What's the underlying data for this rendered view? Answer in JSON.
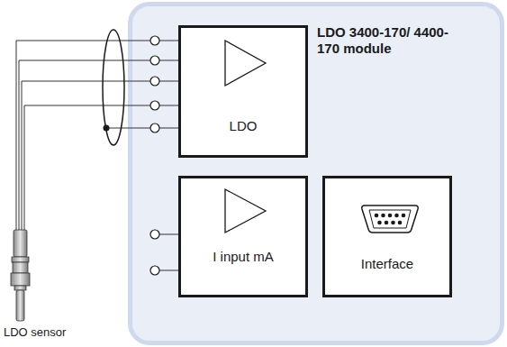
{
  "diagram": {
    "nodes": [
      {
        "text": [
          "LDO 3400-170/ 4400-170 module"
        ]
      },
      {
        "text": [
          "LDO"
        ],
        "in": 0
      },
      {
        "text": [
          "I input mA"
        ],
        "in": 0
      },
      {
        "text": [
          "Interface"
        ],
        "in": 0
      }
    ],
    "labels": [
      "LDO sensor"
    ]
  }
}
